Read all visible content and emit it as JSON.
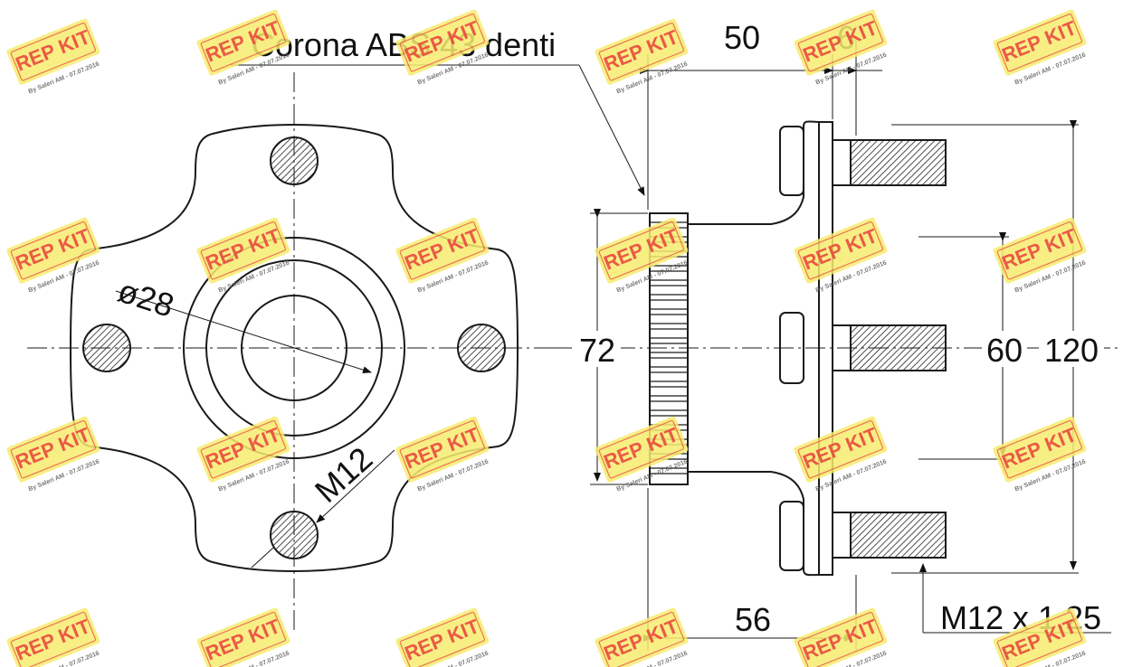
{
  "labels": {
    "abs_ring": "Corona ABS 43 denti",
    "dim_50": "50",
    "dim_6": "6",
    "dim_28": "ø28",
    "dim_72": "72",
    "dim_m12": "M12",
    "dim_60": "60",
    "dim_120": "120",
    "dim_56": "56",
    "thread": "M12 x 1.25"
  },
  "watermark": {
    "brand": "REP KIT",
    "sub": "By Saleri AM - 07.07.2016",
    "color_bg": "#f7ec6e",
    "color_text": "#e9413c"
  }
}
